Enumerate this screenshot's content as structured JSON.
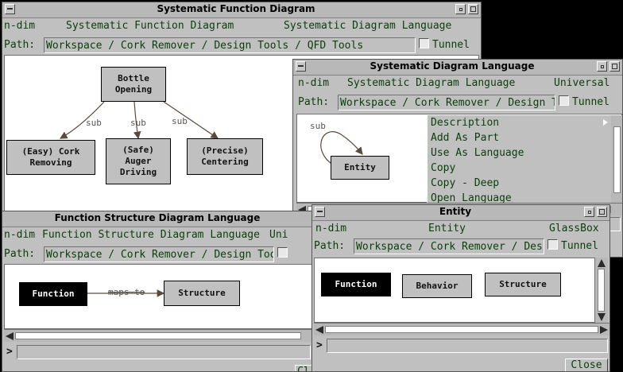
{
  "windows": {
    "sfd": {
      "title": "Systematic Function Diagram",
      "menu": [
        "n-dim",
        "Systematic Function Diagram",
        "Systematic Diagram Language"
      ],
      "path_label": "Path:",
      "path": "Workspace / Cork Remover / Design Tools / QFD Tools",
      "tunnel": "Tunnel",
      "nodes": {
        "root": "Bottle\nOpening",
        "n1": "(Easy) Cork\nRemoving",
        "n2": "(Safe)\nAuger\nDriving",
        "n3": "(Precise)\nCentering"
      },
      "edge_label": "sub"
    },
    "sdl": {
      "title": "Systematic Diagram Language",
      "menu": [
        "n-dim",
        "Systematic Diagram Language",
        "Universal"
      ],
      "path_label": "Path:",
      "path": "Workspace / Cork Remover / Design Tools",
      "tunnel": "Tunnel",
      "node": "Entity",
      "edge_label": "sub",
      "context_menu": [
        "Description",
        "Add As Part",
        "Use As Language",
        "Copy",
        "Copy - Deep",
        "Open Language"
      ],
      "prompt": ">"
    },
    "fsdl": {
      "title": "Function Structure Diagram Language",
      "menu": [
        "n-dim",
        "Function Structure Diagram Language",
        "Uni"
      ],
      "path_label": "Path:",
      "path": "Workspace / Cork Remover / Design Tools",
      "nodes": {
        "function": "Function",
        "structure": "Structure"
      },
      "edge_label": "maps to",
      "prompt": ">",
      "close_partial": "Cl"
    },
    "entity": {
      "title": "Entity",
      "menu": [
        "n-dim",
        "Entity",
        "GlassBox"
      ],
      "path_label": "Path:",
      "path": "Workspace / Cork Remover / Design Tools",
      "tunnel": "Tunnel",
      "nodes": {
        "function": "Function",
        "behavior": "Behavior",
        "structure": "Structure"
      },
      "prompt": ">",
      "close": "Close"
    }
  },
  "colors": {
    "window_bg": "#c0c0c0",
    "menu_text": "#0a3e0a",
    "desktop": "#000000"
  }
}
